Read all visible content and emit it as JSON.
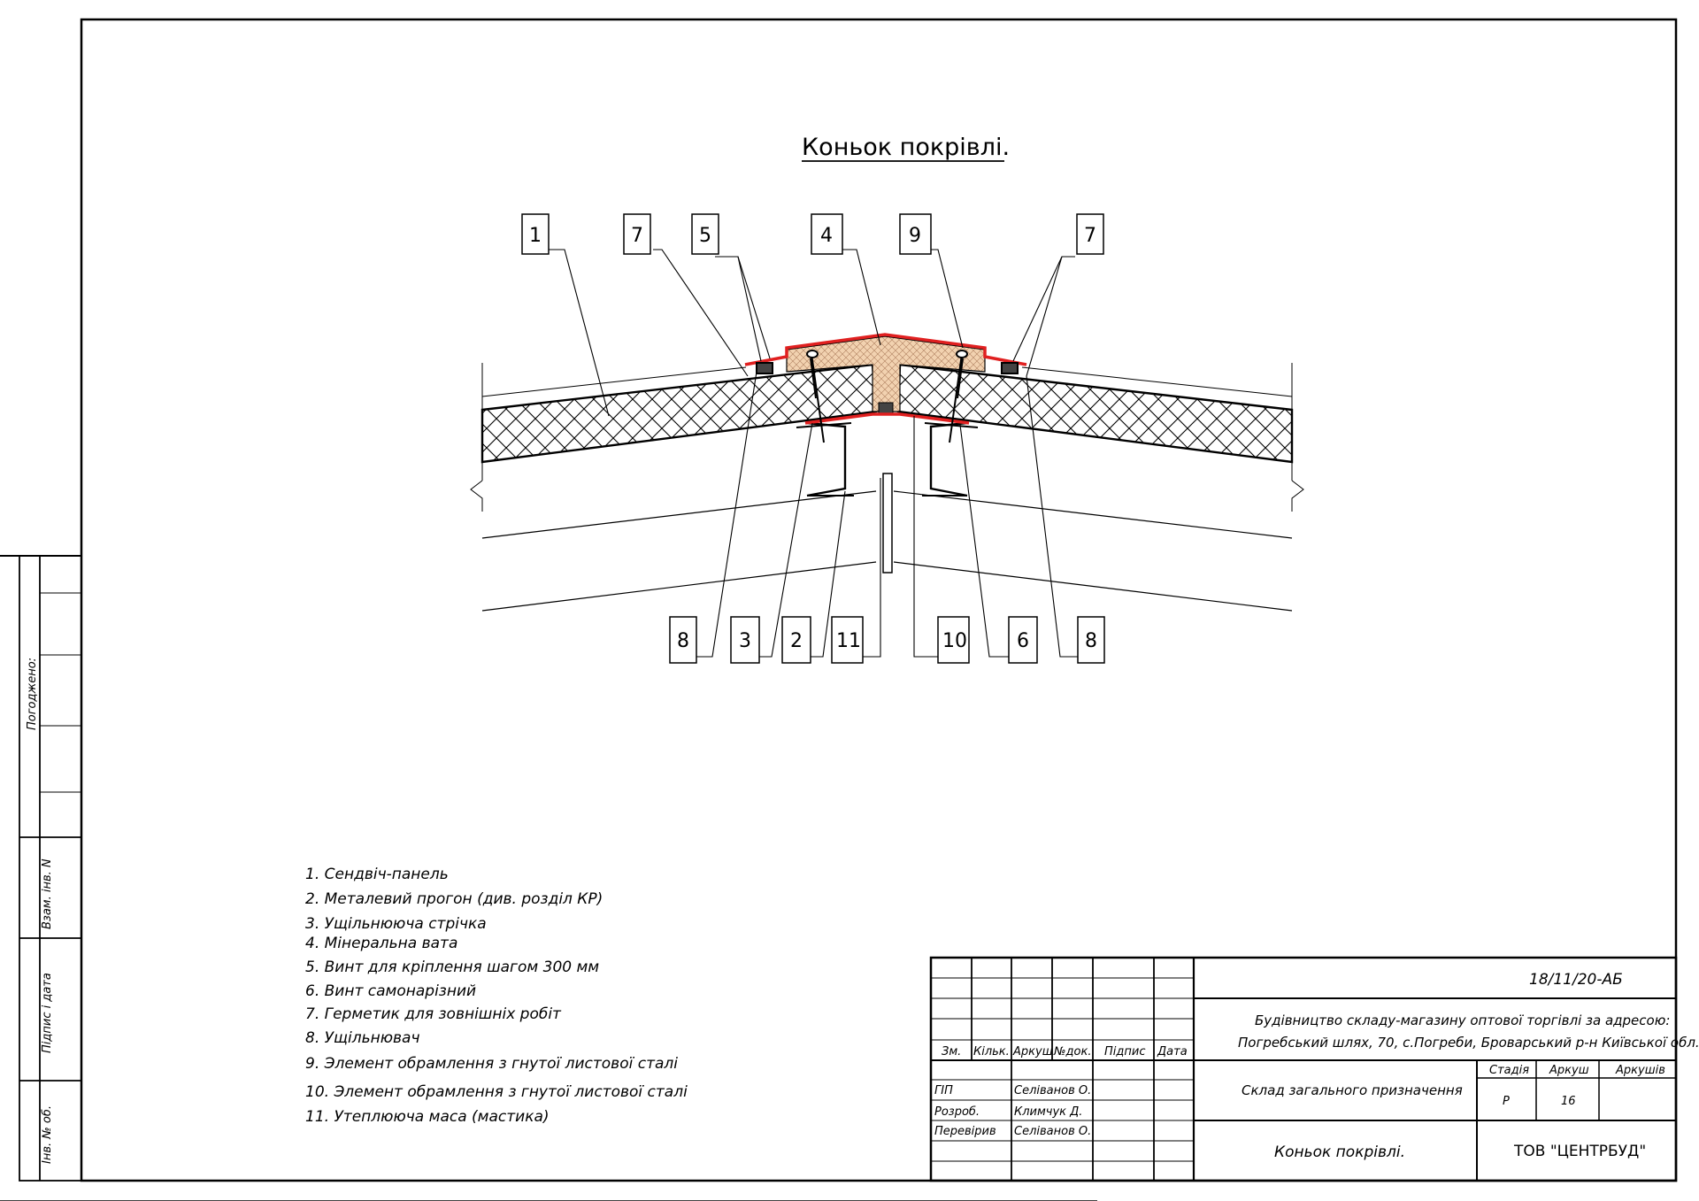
{
  "drawing": {
    "title": "Коньок покрівлі.",
    "callouts_top": [
      "1",
      "7",
      "5",
      "4",
      "9",
      "7"
    ],
    "callouts_bottom": [
      "8",
      "3",
      "2",
      "11",
      "10",
      "6",
      "8"
    ]
  },
  "legend": [
    "1. Сендвіч-панель",
    "2. Металевий прогон (див. розділ КР)",
    "3. Ущільнююча стрічка",
    "4. Мінеральна вата",
    "5. Винт для кріплення шагом 300 мм",
    "6. Винт самонарізний",
    "7. Герметик для зовнішніх робіт",
    "8. Ущільнювач",
    "9. Элемент обрамлення  з гнутої листової сталі",
    "10. Элемент обрамлення  з гнутої листової сталі",
    "11. Утеплююча маса (мастика)"
  ],
  "side_stamp": {
    "agreed": "Погоджено:",
    "inventory_replace": "Взам. інв. N",
    "signature_date": "Підпис і дата",
    "inventory_original": "Інв. № об."
  },
  "title_block": {
    "doc_code": "18/11/20-АБ",
    "project_line1": "Будівництво складу-магазину оптової торгівлі за адресою:",
    "project_line2": "Погребський шлях, 70, с.Погреби, Броварський р-н Київської обл.",
    "object": "Склад загального призначення",
    "sheet_title": "Коньок покрівлі.",
    "company": "ТОВ \"ЦЕНТРБУД\"",
    "headers": {
      "change": "Зм.",
      "qty": "Кільк.",
      "sheet": "Аркуш",
      "doc_no": "№док.",
      "signature": "Підпис",
      "date": "Дата",
      "stage": "Стадія",
      "sheet_col": "Аркуш",
      "sheets_col": "Аркушів"
    },
    "stage_value": "Р",
    "sheet_value": "16",
    "roles": [
      {
        "role": "ГІП",
        "name": "Селіванов О."
      },
      {
        "role": "Розроб.",
        "name": "Климчук Д."
      },
      {
        "role": "Перевірив",
        "name": "Селіванов О."
      }
    ]
  },
  "colors": {
    "flashing": "#e02020",
    "wool": "#f2d2b0",
    "line": "#000000"
  }
}
